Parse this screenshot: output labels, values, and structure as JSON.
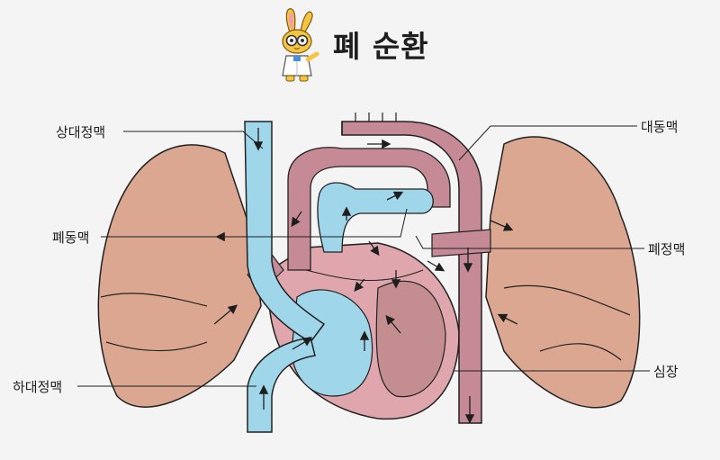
{
  "title": "폐 순환",
  "labels": {
    "superior_vena_cava": "상대정맥",
    "pulmonary_artery": "폐동맥",
    "inferior_vena_cava": "하대정맥",
    "aorta": "대동맥",
    "pulmonary_vein": "폐정맥",
    "heart": "심장"
  },
  "colors": {
    "background": "#f4f4f4",
    "lung": "#dba791",
    "lung_dark": "#c48d78",
    "vein_blue": "#9fd6ea",
    "artery_red": "#c58a95",
    "heart_muscle": "#dfa7ad",
    "outline": "#222222"
  },
  "icons": {
    "mascot": "rabbit-doctor-icon"
  }
}
